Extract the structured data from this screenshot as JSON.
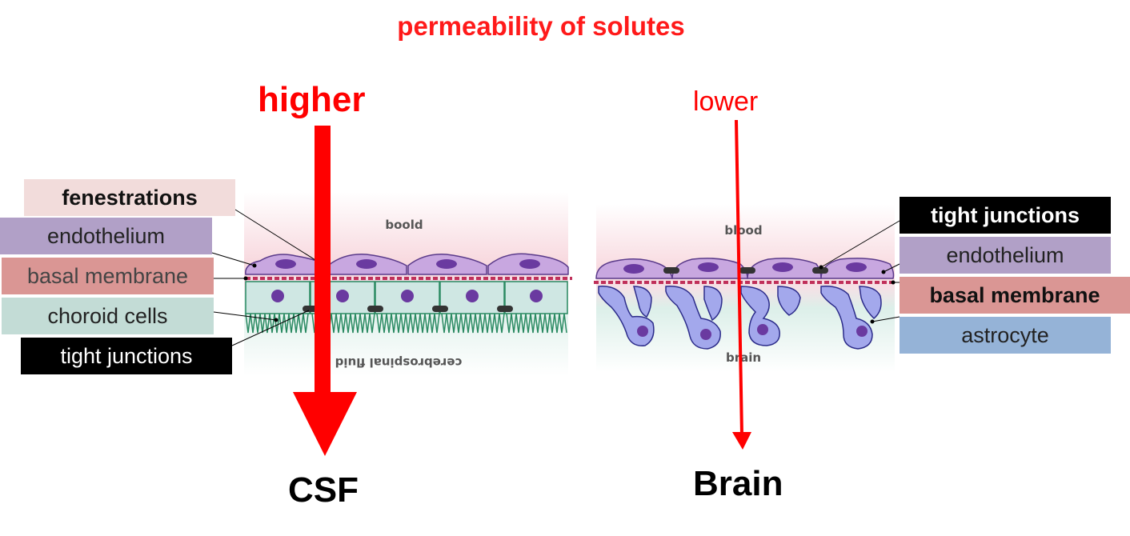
{
  "title": "permeability of solutes",
  "left": {
    "permeability": "higher",
    "destination": "CSF",
    "region_top": "boold",
    "region_bottom": "cerebrospinal fluid",
    "labels": {
      "fenestrations": "fenestrations",
      "endothelium": "endothelium",
      "basal_membrane": "basal membrane",
      "choroid_cells": "choroid cells",
      "tight_junctions": "tight junctions"
    }
  },
  "right": {
    "permeability": "lower",
    "destination": "Brain",
    "region_top": "blood",
    "region_bottom": "brain",
    "labels": {
      "tight_junctions": "tight junctions",
      "endothelium": "endothelium",
      "basal_membrane": "basal membrane",
      "astrocyte": "astrocyte"
    }
  },
  "colors": {
    "arrow": "#ff0000",
    "title": "#ff1a1a",
    "endothelial_cell": "#c8a7e0",
    "nucleus": "#6a3aa0",
    "basal_membrane": "#c0305a",
    "choroid_cell": "#cfe7e3",
    "astrocyte": "#a3a8ec",
    "tight_junction": "#333333"
  }
}
